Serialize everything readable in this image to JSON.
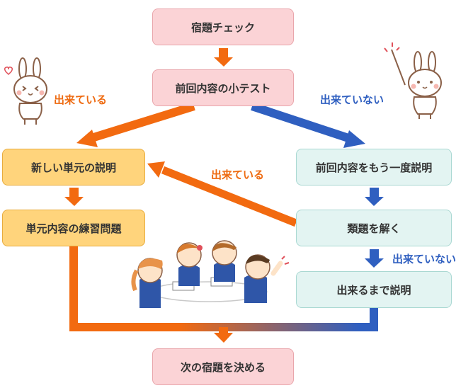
{
  "boxes": {
    "homework_check": "宿題チェック",
    "review_test": "前回内容の小テスト",
    "new_unit_explanation": "新しい単元の説明",
    "unit_practice": "単元内容の練習問題",
    "re_explain_previous": "前回内容をもう一度説明",
    "solve_similar": "類題を解く",
    "explain_until_understood": "出来るまで説明",
    "decide_next_homework": "次の宿題を決める"
  },
  "labels": {
    "understood_left": "出来ている",
    "not_understood_top": "出来ていない",
    "understood_middle": "出来ている",
    "not_understood_right": "出来ていない"
  },
  "colors": {
    "orange_path": "#f26a10",
    "blue_path": "#2f5fc0",
    "pink_box": "#fbd3d6",
    "orange_box": "#ffd47c",
    "mint_box": "#e3f4f2"
  }
}
